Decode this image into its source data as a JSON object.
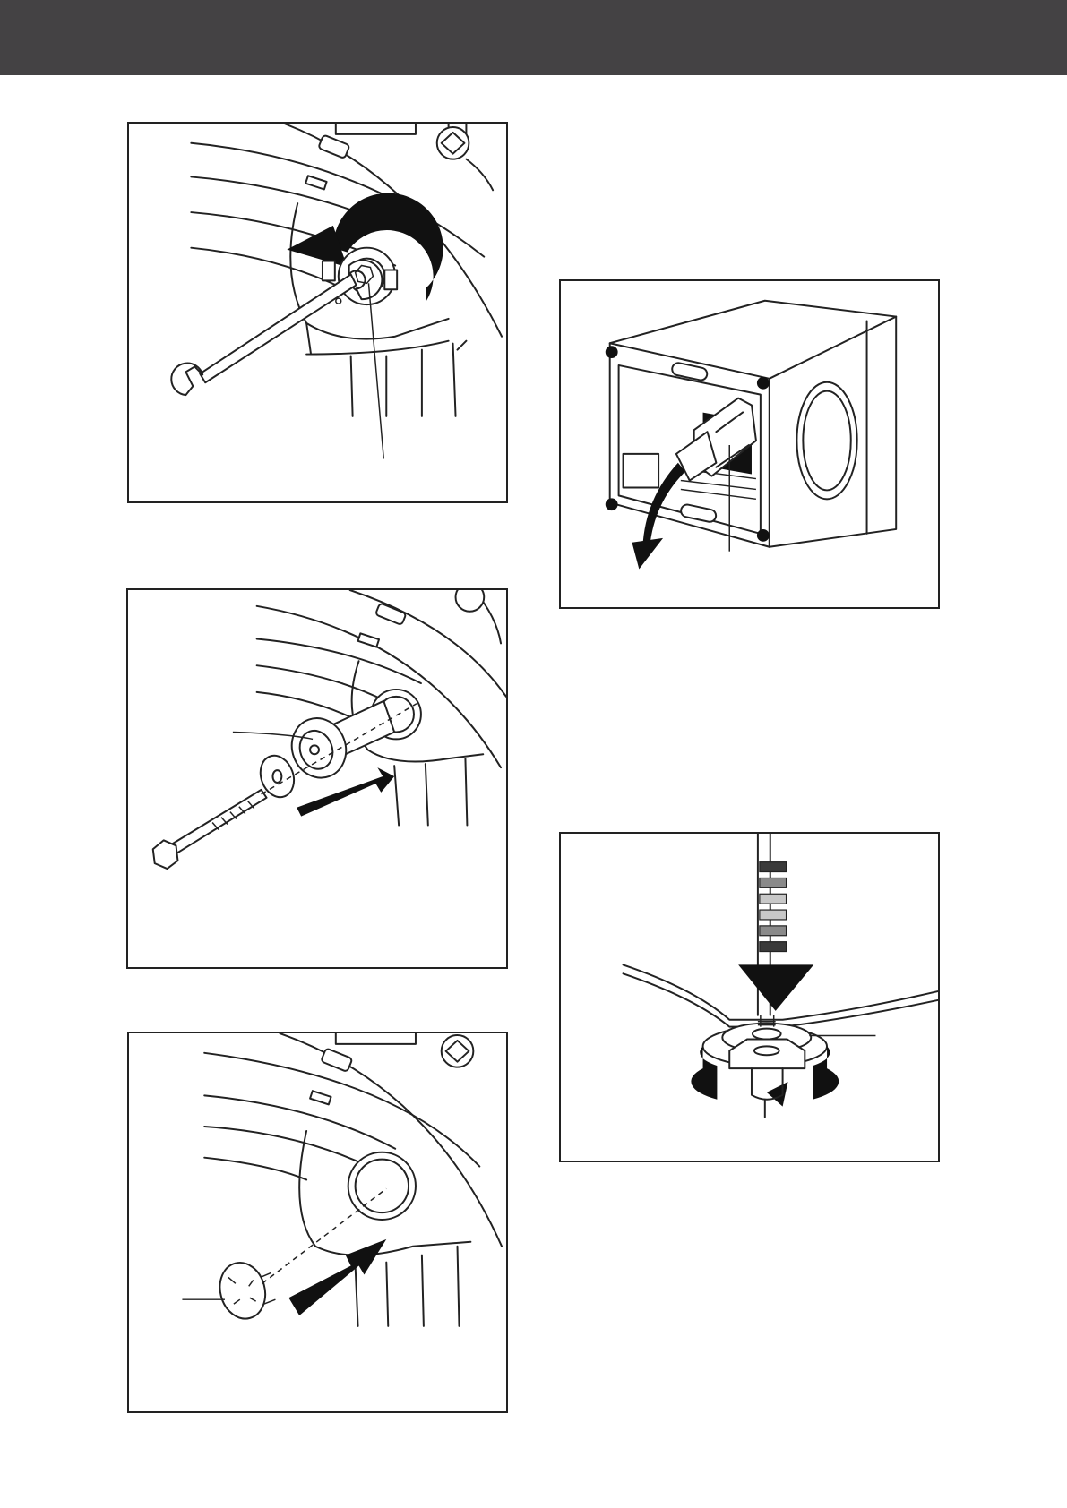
{
  "colors": {
    "header_bar": "#444244",
    "line": "#222222",
    "arrow": "#111111",
    "gauge_dark": "#3a3a3a",
    "gauge_mid": "#8a8a8a",
    "gauge_light": "#c8c8c8"
  },
  "figures": [
    {
      "id": "fig1",
      "depicts": "transport-bolt-loosen-with-wrench"
    },
    {
      "id": "fig2",
      "depicts": "transport-bolt-removal"
    },
    {
      "id": "fig3",
      "depicts": "cover-cap-insertion"
    },
    {
      "id": "fig4",
      "depicts": "hose-release-rear-panel"
    },
    {
      "id": "fig5",
      "depicts": "foot-height-adjustment"
    }
  ]
}
